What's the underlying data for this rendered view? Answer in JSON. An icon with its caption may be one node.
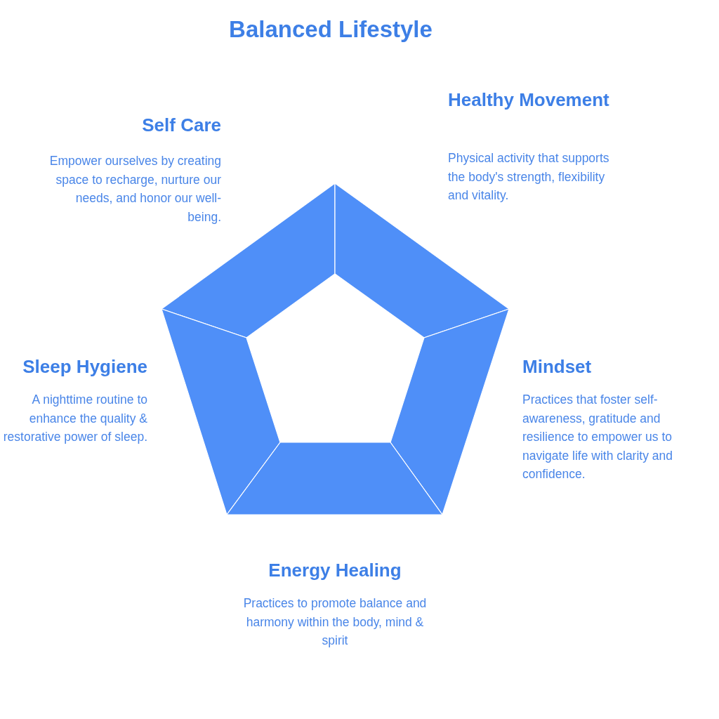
{
  "diagram": {
    "title": "Balanced Lifestyle",
    "nodes": [
      {
        "text": [],
        "shape": "trapezoid",
        "beside": [
          "Self Care",
          "Empower ourselves by creating space to recharge, nurture our needs, and honor our well-being."
        ]
      },
      {
        "text": [],
        "shape": "trapezoid",
        "beside": [
          "Healthy Movement",
          "Physical activity that supports the body's strength, flexibility and vitality."
        ]
      },
      {
        "text": [],
        "shape": "trapezoid",
        "beside": [
          "Sleep Hygiene",
          "A nighttime routine to enhance the quality & restorative power of sleep."
        ]
      },
      {
        "text": [],
        "shape": "trapezoid",
        "beside": [
          "Mindset",
          "Practices that foster self-awareness, gratitude and resilience to empower us to navigate life with clarity and confidence."
        ]
      },
      {
        "text": [],
        "shape": "trapezoid",
        "beside": [
          "Energy Healing",
          "Practices to promote balance and harmony within the body, mind & spirit"
        ]
      }
    ]
  }
}
